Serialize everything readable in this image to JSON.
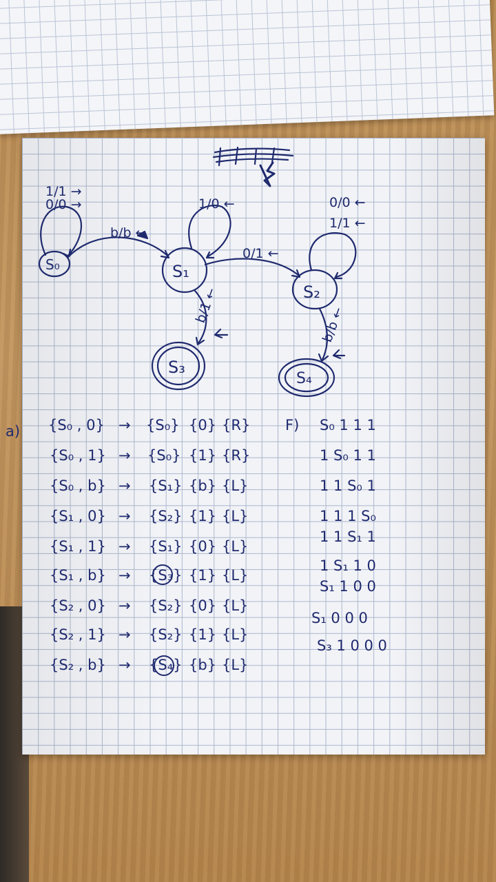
{
  "diagram": {
    "states": [
      {
        "id": "s0",
        "label": "S₀"
      },
      {
        "id": "s1",
        "label": "S₁"
      },
      {
        "id": "s2",
        "label": "S₂"
      },
      {
        "id": "s3",
        "label": "S₃"
      },
      {
        "id": "s4",
        "label": "S₄"
      }
    ],
    "edges": [
      {
        "label_line1": "1/1 →",
        "label_line2": "0/0 →"
      },
      {
        "label": "b/b ←"
      },
      {
        "label": "1/0 ←"
      },
      {
        "label": "0/1 ←"
      },
      {
        "label_line1": "0/0 ←",
        "label_line2": "1/1 ←"
      },
      {
        "label": "b/1 ←"
      },
      {
        "label": "b/b ←"
      }
    ]
  },
  "transitions": {
    "part_label": "a)",
    "rows": [
      {
        "input": "{S₀ , 0}",
        "arrow": "→",
        "next": "{S₀}",
        "write": "{0}",
        "move": "{R}"
      },
      {
        "input": "{S₀ , 1}",
        "arrow": "→",
        "next": "{S₀}",
        "write": "{1}",
        "move": "{R}"
      },
      {
        "input": "{S₀ , b}",
        "arrow": "→",
        "next": "{S₁}",
        "write": "{b}",
        "move": "{L}"
      },
      {
        "input": "{S₁ , 0}",
        "arrow": "→",
        "next": "{S₂}",
        "write": "{1}",
        "move": "{L}"
      },
      {
        "input": "{S₁ , 1}",
        "arrow": "→",
        "next": "{S₁}",
        "write": "{0}",
        "move": "{L}"
      },
      {
        "input": "{S₁ , b}",
        "arrow": "→",
        "next": "{S₃}",
        "write": "{1}",
        "move": "{L}"
      },
      {
        "input": "{S₂ , 0}",
        "arrow": "→",
        "next": "{S₂}",
        "write": "{0}",
        "move": "{L}"
      },
      {
        "input": "{S₂ , 1}",
        "arrow": "→",
        "next": "{S₂}",
        "write": "{1}",
        "move": "{L}"
      },
      {
        "input": "{S₂ , b}",
        "arrow": "→",
        "next": "{S₄}",
        "write": "{b}",
        "move": "{L}"
      }
    ]
  },
  "trace": {
    "part_label": "F)",
    "lines": [
      "S₀ 1 1 1",
      "1 S₀ 1 1",
      "1 1 S₀ 1",
      "1 1 1 S₀",
      "1 1 S₁ 1",
      "1 S₁ 1 0",
      "S₁ 1 0 0",
      "S₁ 0 0 0",
      "S₃ 1 0 0 0"
    ]
  },
  "colors": {
    "ink": "#1f2a6e",
    "paper": "#f2f3f7",
    "grid": "#aab6cc",
    "wood": "#b88d56"
  }
}
